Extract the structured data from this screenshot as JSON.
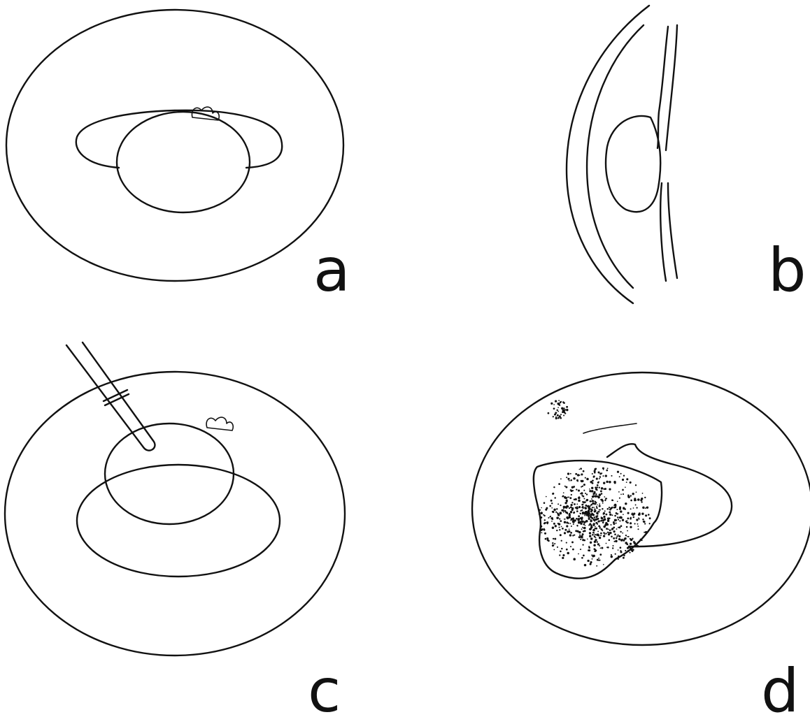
{
  "figure": {
    "panels": [
      {
        "label": "a"
      },
      {
        "label": "b"
      },
      {
        "label": "c"
      },
      {
        "label": "d"
      }
    ]
  },
  "colors": {
    "ink": "#111111",
    "paper": "#ffffff"
  }
}
